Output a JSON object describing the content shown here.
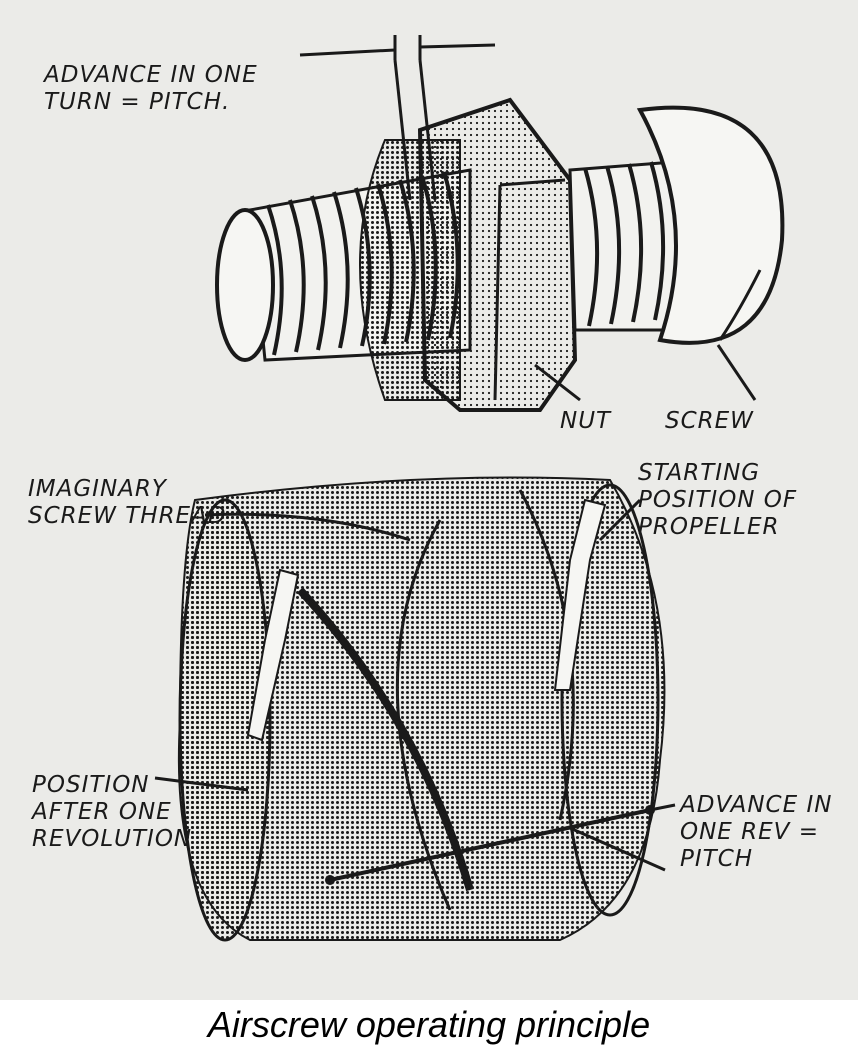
{
  "labels": {
    "advance_pitch": [
      "ADVANCE IN ONE",
      "TURN = PITCH."
    ],
    "nut": "NUT",
    "screw": "SCREW",
    "imaginary_thread": [
      "IMAGINARY",
      "SCREW THREAD"
    ],
    "starting_position": [
      "STARTING",
      "POSITION OF",
      "PROPELLER"
    ],
    "position_after": [
      "POSITION",
      "AFTER ONE",
      "REVOLUTION"
    ],
    "advance_rev": [
      "ADVANCE IN",
      "ONE REV =",
      "PITCH"
    ]
  },
  "caption": "Airscrew operating principle",
  "colors": {
    "ink": "#1a1a1a",
    "paper": "#ebebe8",
    "caption": "#000000"
  }
}
